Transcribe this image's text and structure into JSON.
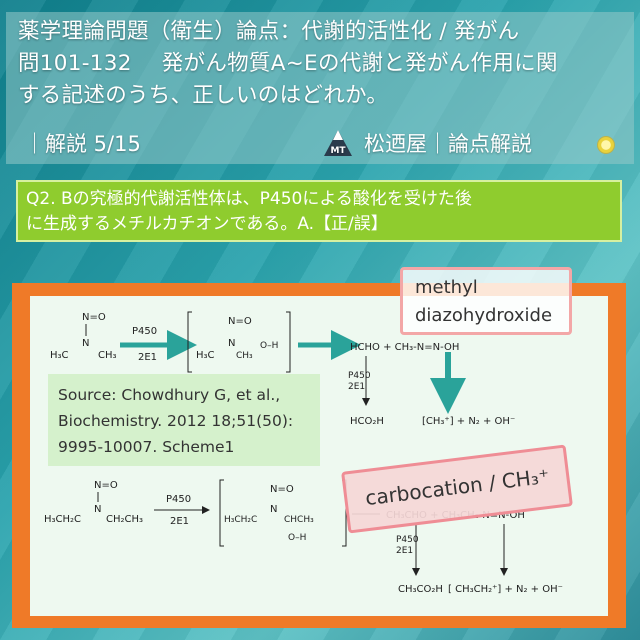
{
  "title": {
    "line1": "薬学理論問題（衛生）論点：代謝的活性化 / 発がん",
    "line2_num": "問101-132",
    "line2_text": "発がん物質A~Eの代謝と発がん作用に関",
    "line3": "する記述のうち、正しいのはどれか。"
  },
  "subtitle": {
    "left": "｜解説 5/15",
    "logo_text": "MT",
    "brand": "松迺屋｜論点解説"
  },
  "question": {
    "line1": "Q2. Bの究極的代謝活性体は、P450による酸化を受けた後",
    "line2": "に生成するメチルカチオンである。A.【正/誤】"
  },
  "callouts": {
    "methyl_1": "methyl",
    "methyl_2": "diazohydroxide",
    "carbocation": "carbocation / CH₃⁺"
  },
  "source": {
    "line1": "Source: Chowdhury G, et al.,",
    "line2": "Biochemistry.  2012 18;51(50):",
    "line3": "9995-10007. Scheme1"
  },
  "scheme": {
    "enzyme": "P450",
    "isoform": "2E1",
    "nitroso": "N=O",
    "dmn_left": "H₃C",
    "dmn_right": "CH₃",
    "n_atom": "N",
    "oh": "O–H",
    "products_top": "HCHO  +  CH₃-N=N-OH",
    "formic": "HCO₂H",
    "ion_top": "[CH₃⁺] + N₂ + OH⁻",
    "den_left": "H₃CH₂C",
    "den_right": "CH₂CH₃",
    "chch3": "CHCH₃",
    "products_bottom": "CH₃CHO  +  CH₃CH₂-N=N-OH",
    "acetic": "CH₃CO₂H",
    "ion_bottom": "[ CH₃CH₂⁺] + N₂ + OH⁻"
  },
  "colors": {
    "background": "#2aa3ad",
    "question_box": "#8fcc2e",
    "frame": "#ef7a28",
    "teal_arrow": "#2aa39a",
    "callout_border": "#ef8d95"
  }
}
